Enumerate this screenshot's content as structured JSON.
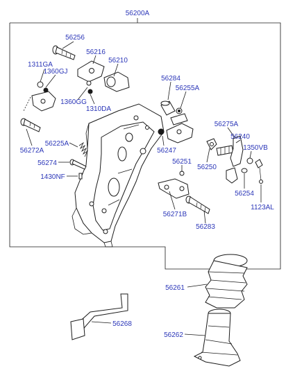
{
  "diagram": {
    "callouts": {
      "assembly": "56200A",
      "bolt_top": "56256",
      "bracket_upper": "56216",
      "bracket_right": "56210",
      "nut_a": "1311GA",
      "washer_a": "1360GJ",
      "washer_b": "1360GG",
      "nut_b": "1310DA",
      "bushing": "56284",
      "pin": "56255A",
      "bolt_left": "56272A",
      "spring": "56225A",
      "bolt_small": "56274",
      "pin_small": "1430NF",
      "clamp": "56247",
      "lever": "56275A",
      "yoke": "56240",
      "washer_c": "1350VB",
      "knuckle": "56250",
      "bushing_b": "56251",
      "bracket_lower": "56271B",
      "collar": "56254",
      "nut_c": "1123AL",
      "bolt_long": "56283",
      "boot_upper": "56261",
      "boot_lower": "56262",
      "rod": "56268"
    }
  }
}
